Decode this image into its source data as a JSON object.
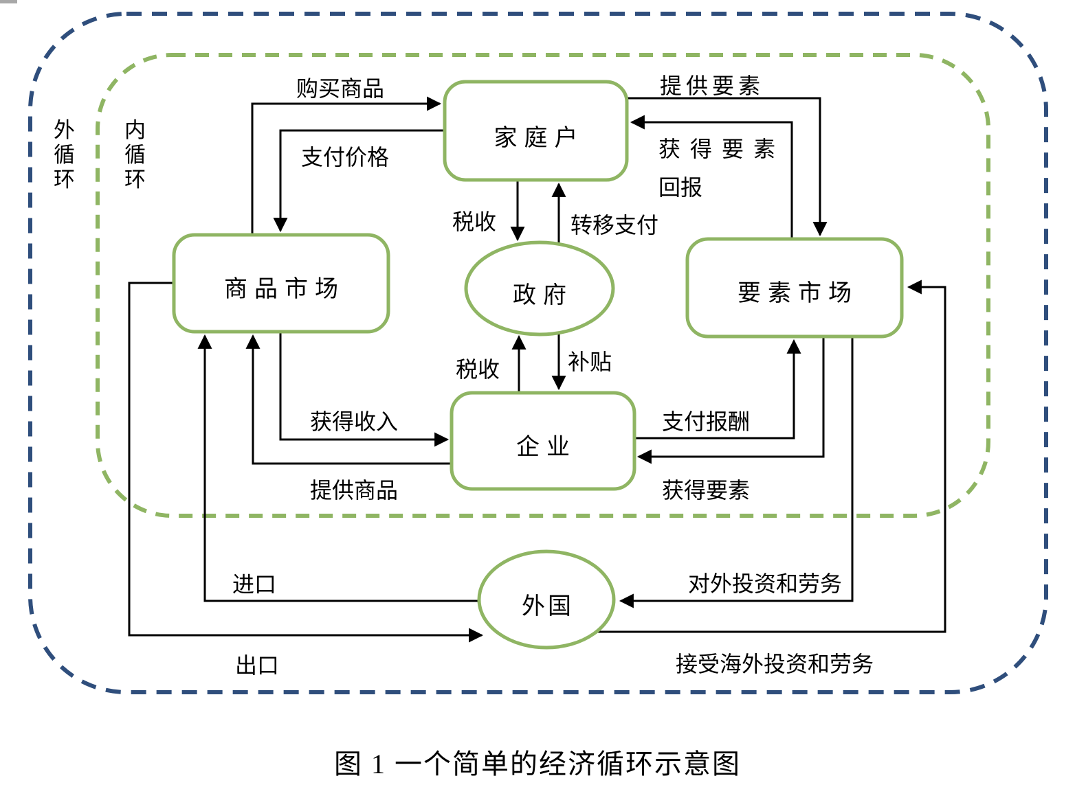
{
  "figure": {
    "caption": "图 1 一个简单的经济循环示意图",
    "outer_loop_label": "外循环",
    "inner_loop_label": "内循环",
    "colors": {
      "node_border_green": "#8FB563",
      "outer_loop_blue": "#2F4E7C",
      "arrow_black": "#000000"
    }
  },
  "nodes": {
    "household": "家庭户",
    "goods_market": "商品市场",
    "factor_market": "要素市场",
    "enterprise": "企业",
    "government": "政府",
    "foreign": "外国"
  },
  "flows": {
    "buy_goods": "购买商品",
    "pay_price": "支付价格",
    "provide_factors": "提供要素",
    "factor_returns_line1": "获得要素",
    "factor_returns_line2": "回报",
    "household_tax": "税收",
    "transfer_payment": "转移支付",
    "enterprise_tax": "税收",
    "subsidy": "补贴",
    "receive_income": "获得收入",
    "provide_goods": "提供商品",
    "pay_remuneration": "支付报酬",
    "obtain_factors": "获得要素",
    "import": "进口",
    "export": "出口",
    "outward_investment": "对外投资和劳务",
    "receive_overseas_investment": "接受海外投资和劳务"
  }
}
